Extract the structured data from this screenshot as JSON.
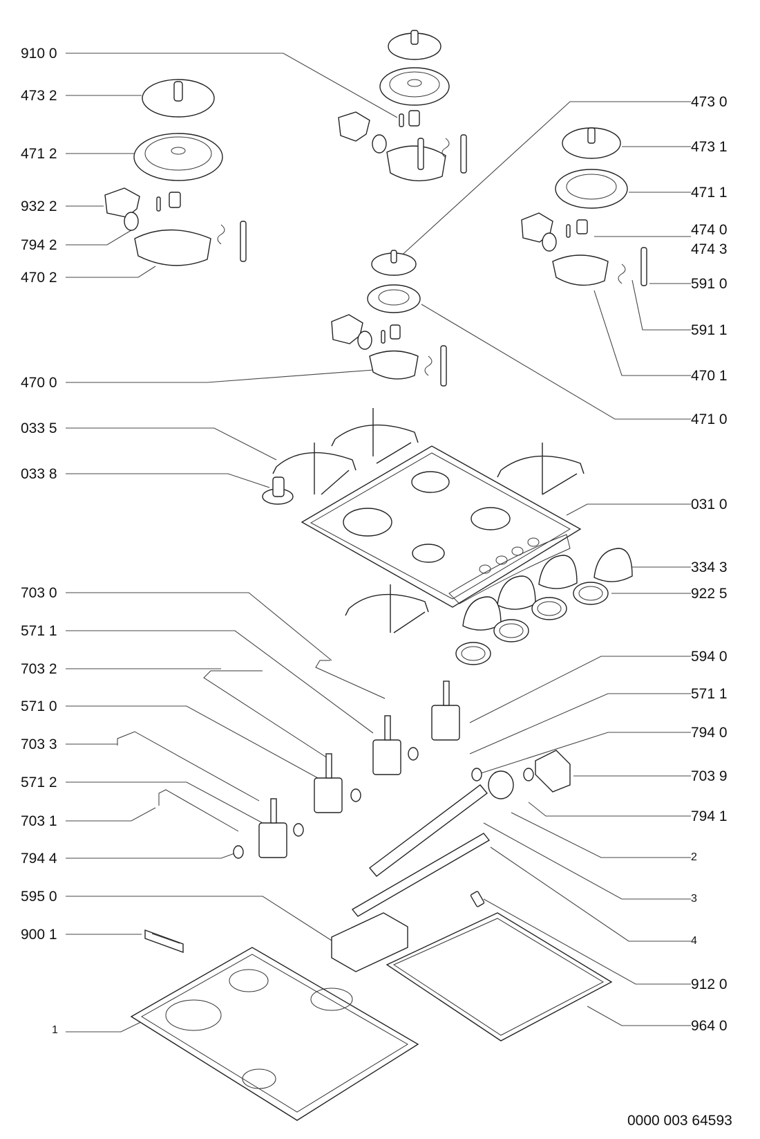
{
  "diagram": {
    "type": "exploded-parts-view",
    "subject": "gas hob",
    "document_number": "0000 003 64593",
    "callouts_left": [
      {
        "label": "910 0"
      },
      {
        "label": "473 2"
      },
      {
        "label": "471 2"
      },
      {
        "label": "932 2"
      },
      {
        "label": "794 2"
      },
      {
        "label": "470 2"
      },
      {
        "label": "470 0"
      },
      {
        "label": "033 5"
      },
      {
        "label": "033 8"
      },
      {
        "label": "703 0"
      },
      {
        "label": "571 1"
      },
      {
        "label": "703 2"
      },
      {
        "label": "571 0"
      },
      {
        "label": "703 3"
      },
      {
        "label": "571 2"
      },
      {
        "label": "703 1"
      },
      {
        "label": "794 4"
      },
      {
        "label": "595 0"
      },
      {
        "label": "900 1"
      },
      {
        "label": "1"
      }
    ],
    "callouts_right": [
      {
        "label": "473 0"
      },
      {
        "label": "473 1"
      },
      {
        "label": "471 1"
      },
      {
        "label": "474 0"
      },
      {
        "label": "474 3"
      },
      {
        "label": "591 0"
      },
      {
        "label": "591 1"
      },
      {
        "label": "470 1"
      },
      {
        "label": "471 0"
      },
      {
        "label": "031 0"
      },
      {
        "label": "334 3"
      },
      {
        "label": "922 5"
      },
      {
        "label": "594 0"
      },
      {
        "label": "571 1"
      },
      {
        "label": "794 0"
      },
      {
        "label": "703 9"
      },
      {
        "label": "794 1"
      },
      {
        "label": "2"
      },
      {
        "label": "3"
      },
      {
        "label": "4"
      },
      {
        "label": "912 0"
      },
      {
        "label": "964 0"
      }
    ],
    "parts": [
      "burner-cap-large",
      "burner-crown-large",
      "burner-cap-medium",
      "burner-crown-medium",
      "burner-cap-small",
      "burner-crown-small",
      "burner-base",
      "igniter-electrode",
      "thermocouple",
      "injector",
      "screw",
      "pan-support",
      "knob",
      "hob-top-panel",
      "control-knob",
      "knob-bezel",
      "gas-tap",
      "gas-pipe",
      "gas-manifold",
      "elbow-connector",
      "seal-ring",
      "nut",
      "ignition-unit",
      "cable-clamp",
      "bottom-tray",
      "gasket-frame"
    ]
  }
}
